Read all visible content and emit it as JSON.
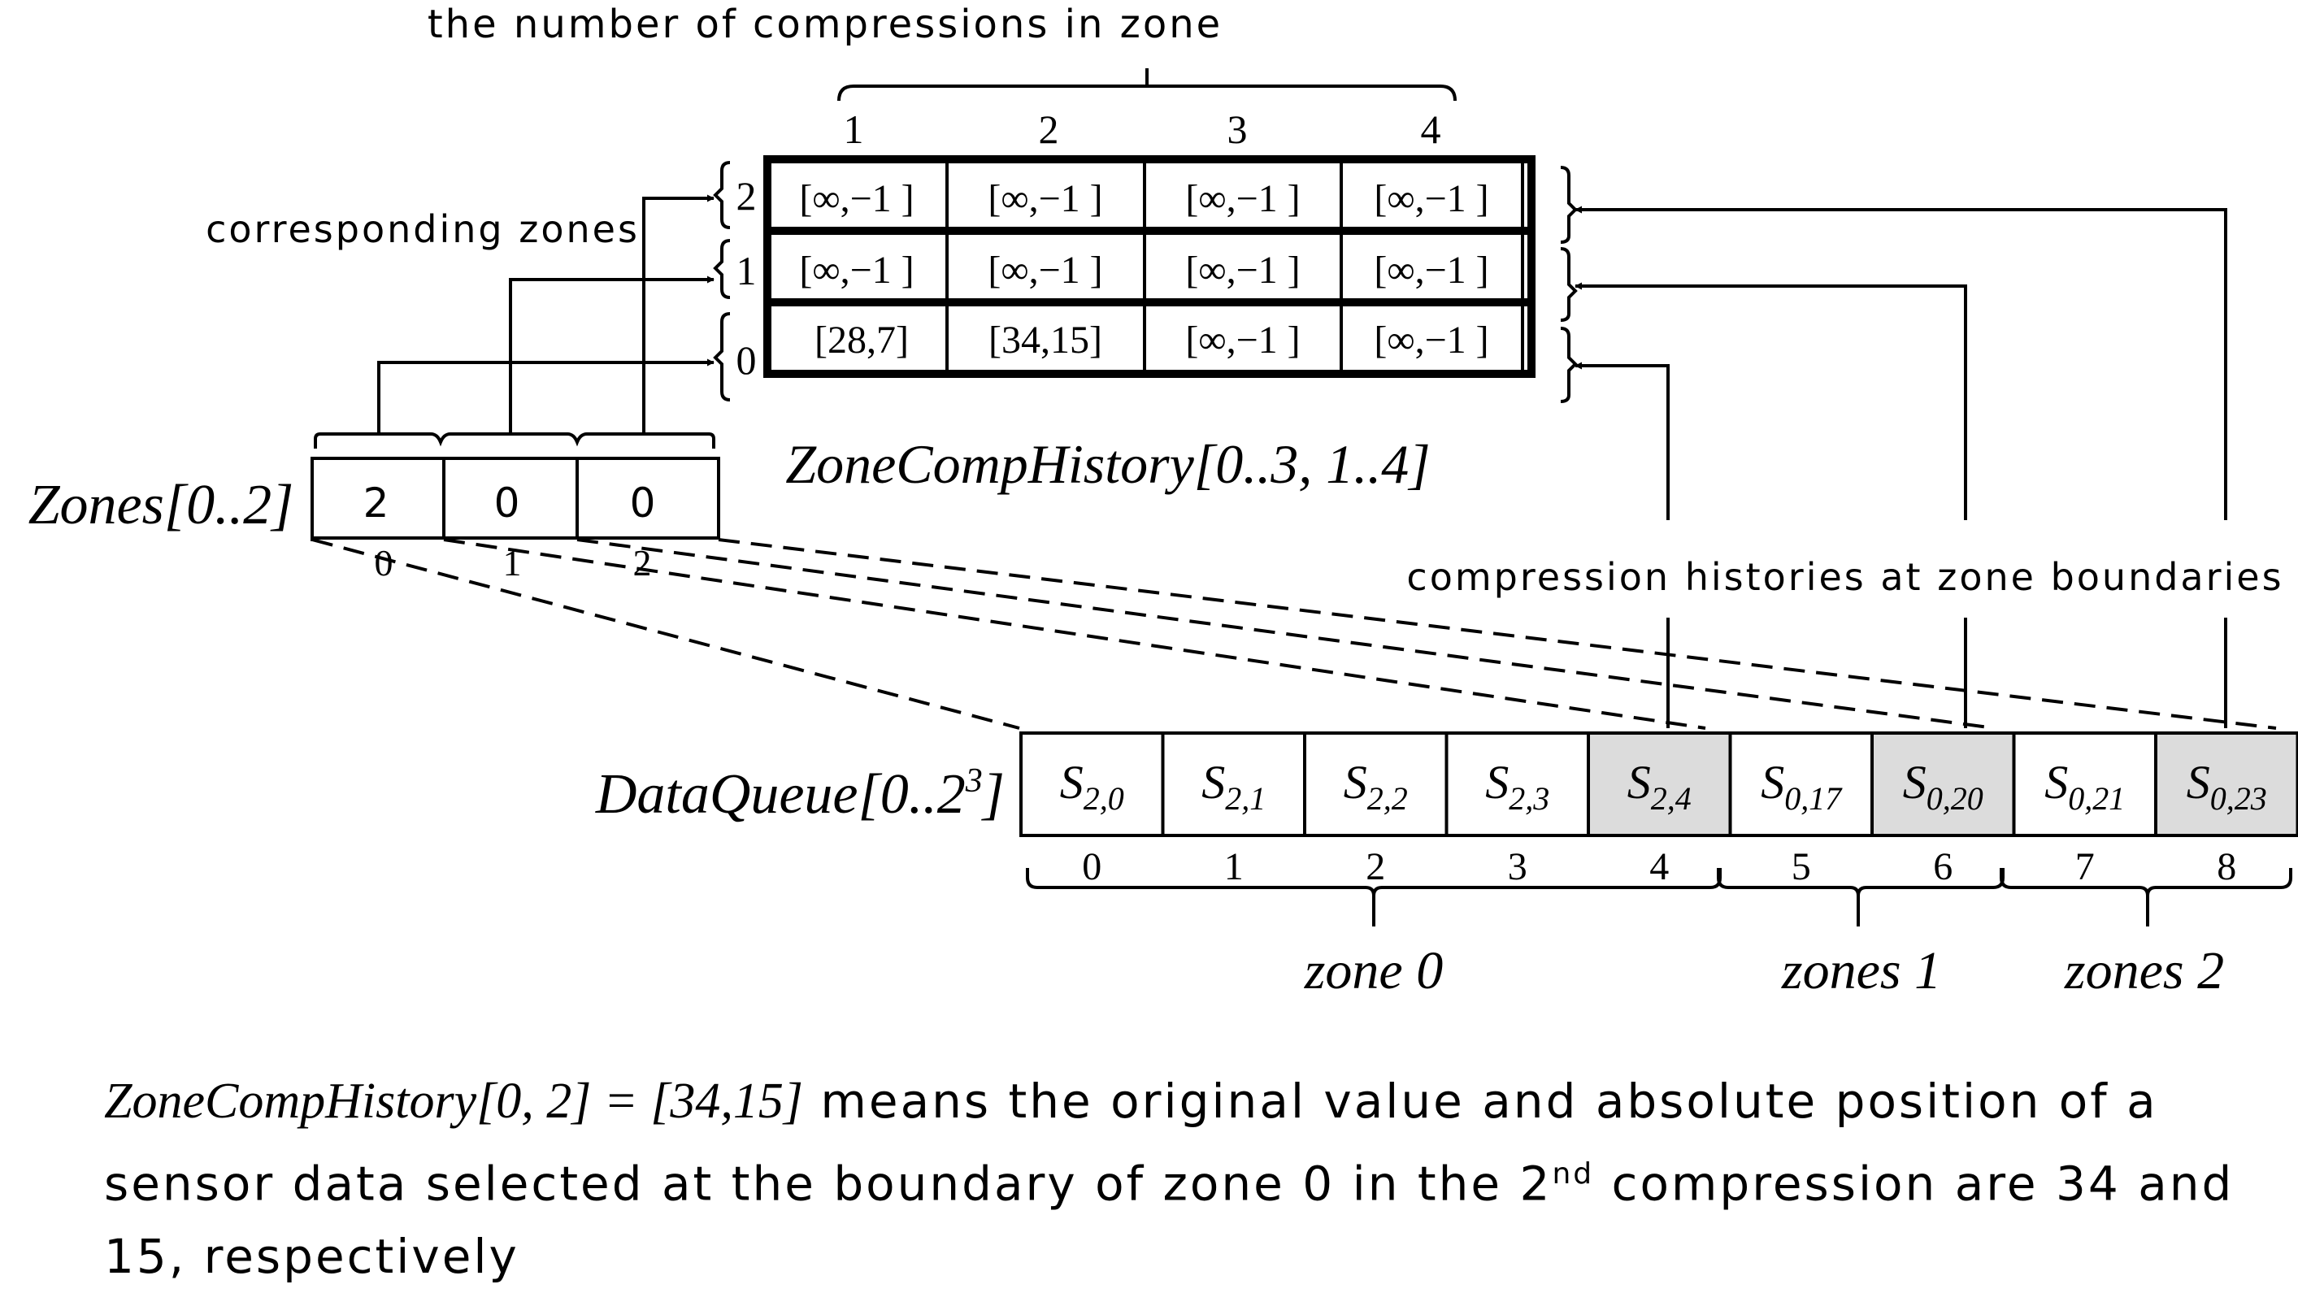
{
  "labels": {
    "top_label": "the number of compressions in zone",
    "corresponding_label": "corresponding zones",
    "boundaries_label": "compression histories at zone boundaries"
  },
  "zch": {
    "title": "ZoneCompHistory[0..3, 1..4]",
    "columns": [
      "1",
      "2",
      "3",
      "4"
    ],
    "rows": [
      {
        "label": "2",
        "cells": [
          "[∞,−1 ]",
          "[∞,−1 ]",
          "[∞,−1 ]",
          "[∞,−1 ]"
        ]
      },
      {
        "label": "1",
        "cells": [
          "[∞,−1 ]",
          "[∞,−1 ]",
          "[∞,−1 ]",
          "[∞,−1 ]"
        ]
      },
      {
        "label": "0",
        "cells": [
          "[28,7]",
          "[34,15]",
          "[∞,−1 ]",
          "[∞,−1 ]"
        ]
      }
    ]
  },
  "zones_array": {
    "title": "Zones[0..2]",
    "values": [
      "2",
      "0",
      "0"
    ],
    "indices": [
      "0",
      "1",
      "2"
    ]
  },
  "data_queue": {
    "title_main": "DataQueue[0..2",
    "title_sup": "3",
    "title_end": "]",
    "cells": [
      {
        "base": "S",
        "sub": "2,0",
        "shaded": false
      },
      {
        "base": "S",
        "sub": "2,1",
        "shaded": false
      },
      {
        "base": "S",
        "sub": "2,2",
        "shaded": false
      },
      {
        "base": "S",
        "sub": "2,3",
        "shaded": false
      },
      {
        "base": "S",
        "sub": "2,4",
        "shaded": true
      },
      {
        "base": "S",
        "sub": "0,17",
        "shaded": false
      },
      {
        "base": "S",
        "sub": "0,20",
        "shaded": true
      },
      {
        "base": "S",
        "sub": "0,21",
        "shaded": false
      },
      {
        "base": "S",
        "sub": "0,23",
        "shaded": true
      }
    ],
    "indices": [
      "0",
      "1",
      "2",
      "3",
      "4",
      "5",
      "6",
      "7",
      "8"
    ],
    "zone_labels": [
      "zone 0",
      "zones 1",
      "zones 2"
    ],
    "shade_color": "#dcdcdc"
  },
  "caption": {
    "italic": "ZoneCompHistory[0, 2] = [34,15]",
    "part1": " means the original value and absolute position of a sensor data selected at the boundary of zone 0 in the 2",
    "sup": "nd",
    "part2": " compression are 34 and 15,  respectively"
  }
}
